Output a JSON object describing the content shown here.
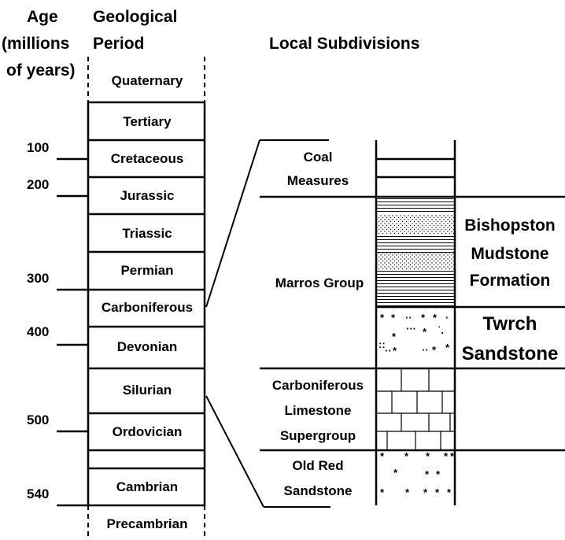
{
  "headers": {
    "age_line1": "Age",
    "age_line2": "(millions",
    "age_line3": "of years)",
    "period_line1": "Geological",
    "period_line2": "Period",
    "local": "Local Subdivisions"
  },
  "periods": [
    "Quaternary",
    "Tertiary",
    "Cretaceous",
    "Jurassic",
    "Triassic",
    "Permian",
    "Carboniferous",
    "Devonian",
    "Silurian",
    "Ordovician",
    "Cambrian",
    "Precambrian"
  ],
  "ages": [
    "100",
    "200",
    "300",
    "400",
    "500",
    "540"
  ],
  "subdivisions": {
    "coal_1": "Coal",
    "coal_2": "Measures",
    "marros": "Marros Group",
    "lime_1": "Carboniferous",
    "lime_2": "Limestone",
    "lime_3": "Supergroup",
    "ors_1": "Old Red",
    "ors_2": "Sandstone"
  },
  "formations": {
    "bish_1": "Bishopston",
    "bish_2": "Mudstone",
    "bish_3": "Formation",
    "twrch_1": "Twrch",
    "twrch_2": "Sandstone"
  }
}
